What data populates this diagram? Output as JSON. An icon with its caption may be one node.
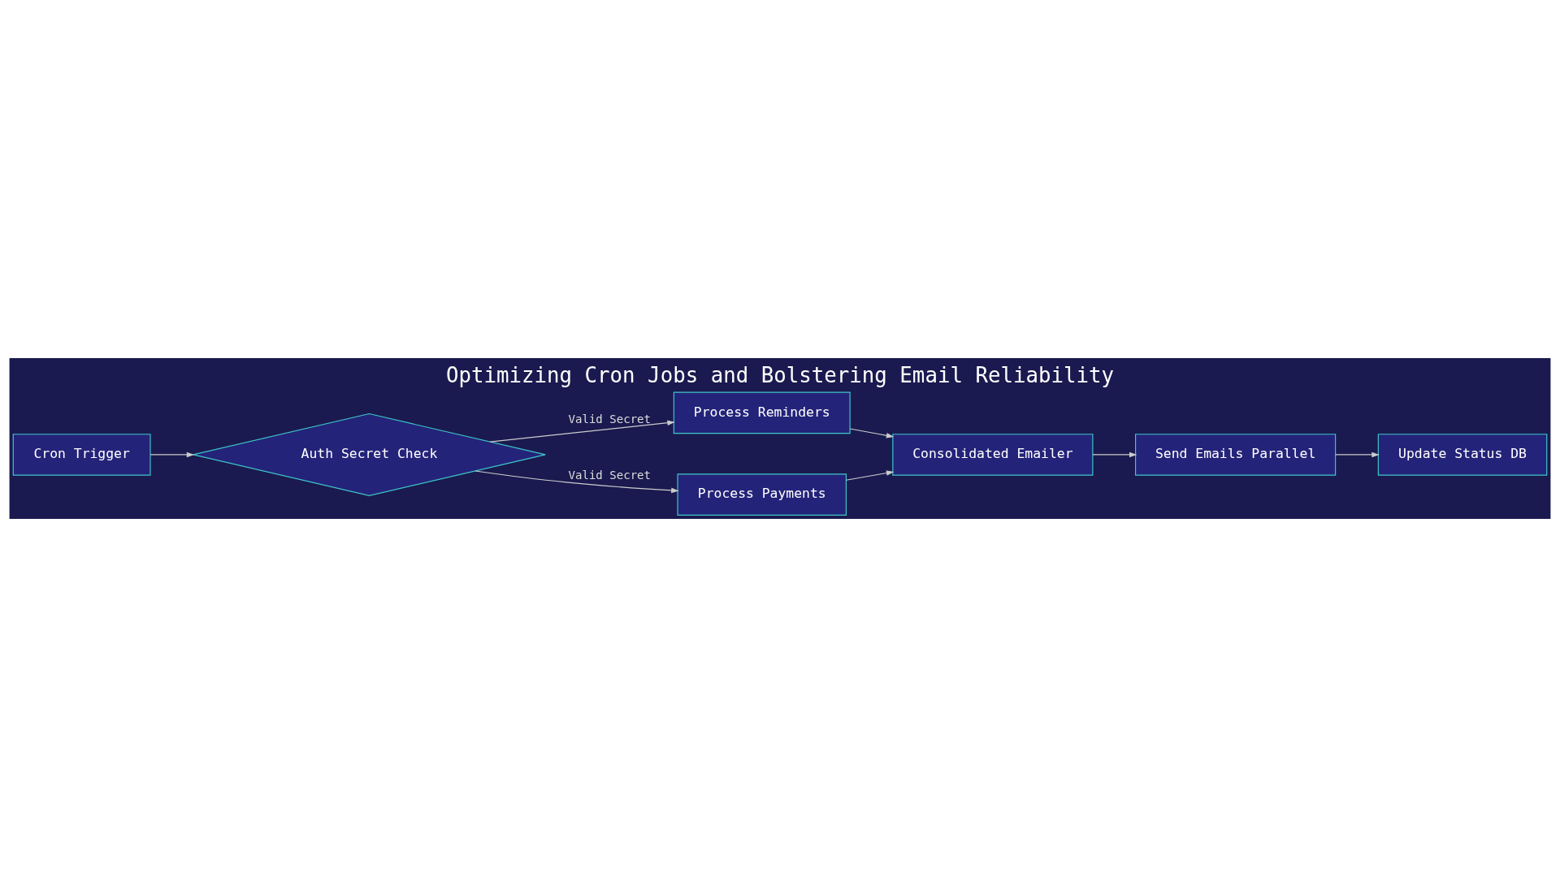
{
  "diagram": {
    "title": "Optimizing Cron Jobs and Bolstering Email Reliability",
    "nodes": [
      {
        "text": [
          "Cron Trigger"
        ]
      },
      {
        "text": [
          "Auth Secret Check"
        ]
      },
      {
        "text": [
          "Process Reminders"
        ]
      },
      {
        "text": [
          "Process Payments"
        ]
      },
      {
        "text": [
          "Consolidated Emailer"
        ]
      },
      {
        "text": [
          "Send Emails Parallel"
        ]
      },
      {
        "text": [
          "Update Status DB"
        ]
      }
    ],
    "edges": [
      {
        "from": 0,
        "to": 1,
        "arrow": "to"
      },
      {
        "from": 1,
        "to": 2,
        "arrow": "to",
        "label": "Valid Secret"
      },
      {
        "from": 1,
        "to": 3,
        "arrow": "to",
        "label": "Valid Secret"
      },
      {
        "from": 2,
        "to": 4,
        "arrow": "to"
      },
      {
        "from": 3,
        "to": 4,
        "arrow": "to"
      },
      {
        "from": 4,
        "to": 5,
        "arrow": "to"
      },
      {
        "from": 5,
        "to": 6,
        "arrow": "to"
      }
    ]
  }
}
